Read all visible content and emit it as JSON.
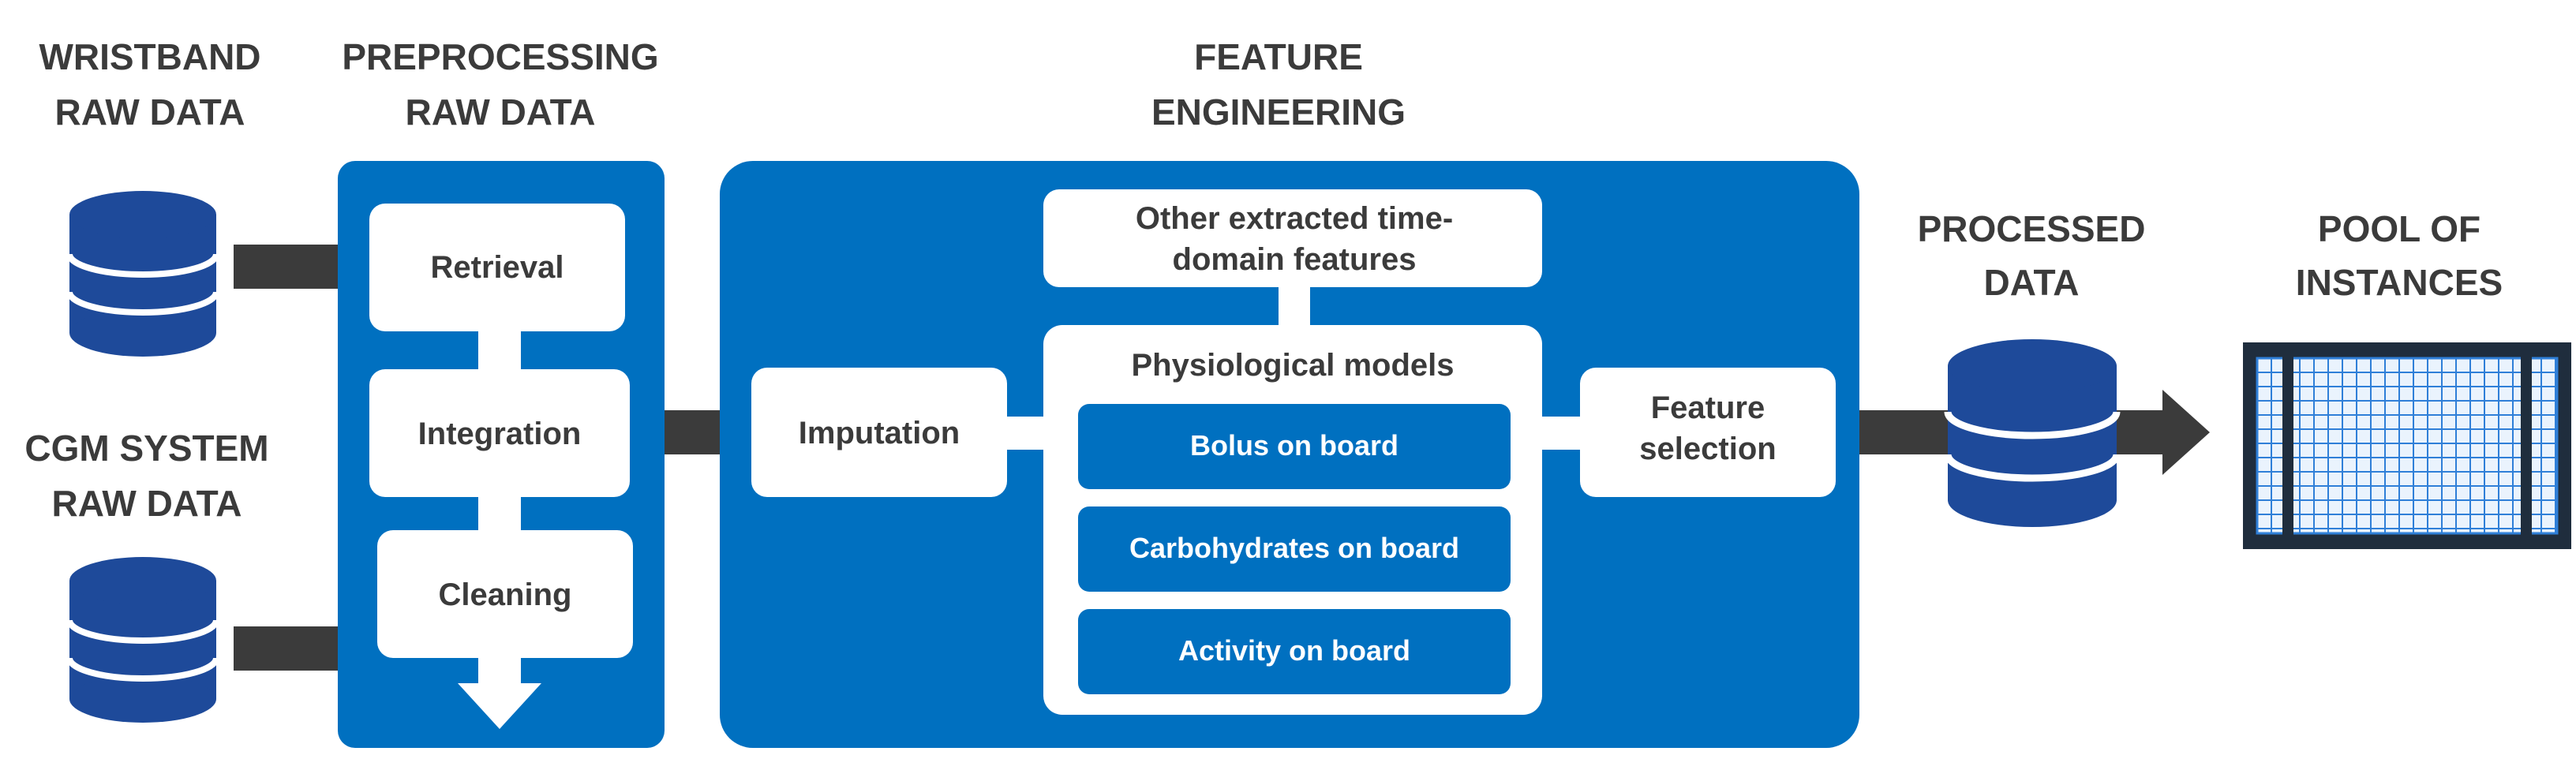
{
  "headers": {
    "wristband": [
      "WRISTBAND",
      "RAW DATA"
    ],
    "preprocessing": [
      "PREPROCESSING",
      "RAW DATA"
    ],
    "feature_engineering": [
      "FEATURE",
      "ENGINEERING"
    ],
    "cgm": [
      "CGM SYSTEM",
      "RAW DATA"
    ],
    "processed": [
      "PROCESSED",
      "DATA"
    ],
    "pool": [
      "POOL OF",
      "INSTANCES"
    ]
  },
  "preprocessing_steps": [
    "Retrieval",
    "Integration",
    "Cleaning"
  ],
  "feature_engineering": {
    "other_features": [
      "Other extracted time-",
      "domain features"
    ],
    "imputation": "Imputation",
    "physiological_models": {
      "title": "Physiological models",
      "items": [
        "Bolus on board",
        "Carbohydrates on board",
        "Activity on board"
      ]
    },
    "feature_selection": [
      "Feature",
      "selection"
    ]
  },
  "colors": {
    "blue": "#0070c0",
    "db_blue": "#1e4a9a",
    "connector": "#3b3b3b",
    "grid_frame": "#1f2d3d",
    "grid_cell": "#2f7fd8"
  }
}
